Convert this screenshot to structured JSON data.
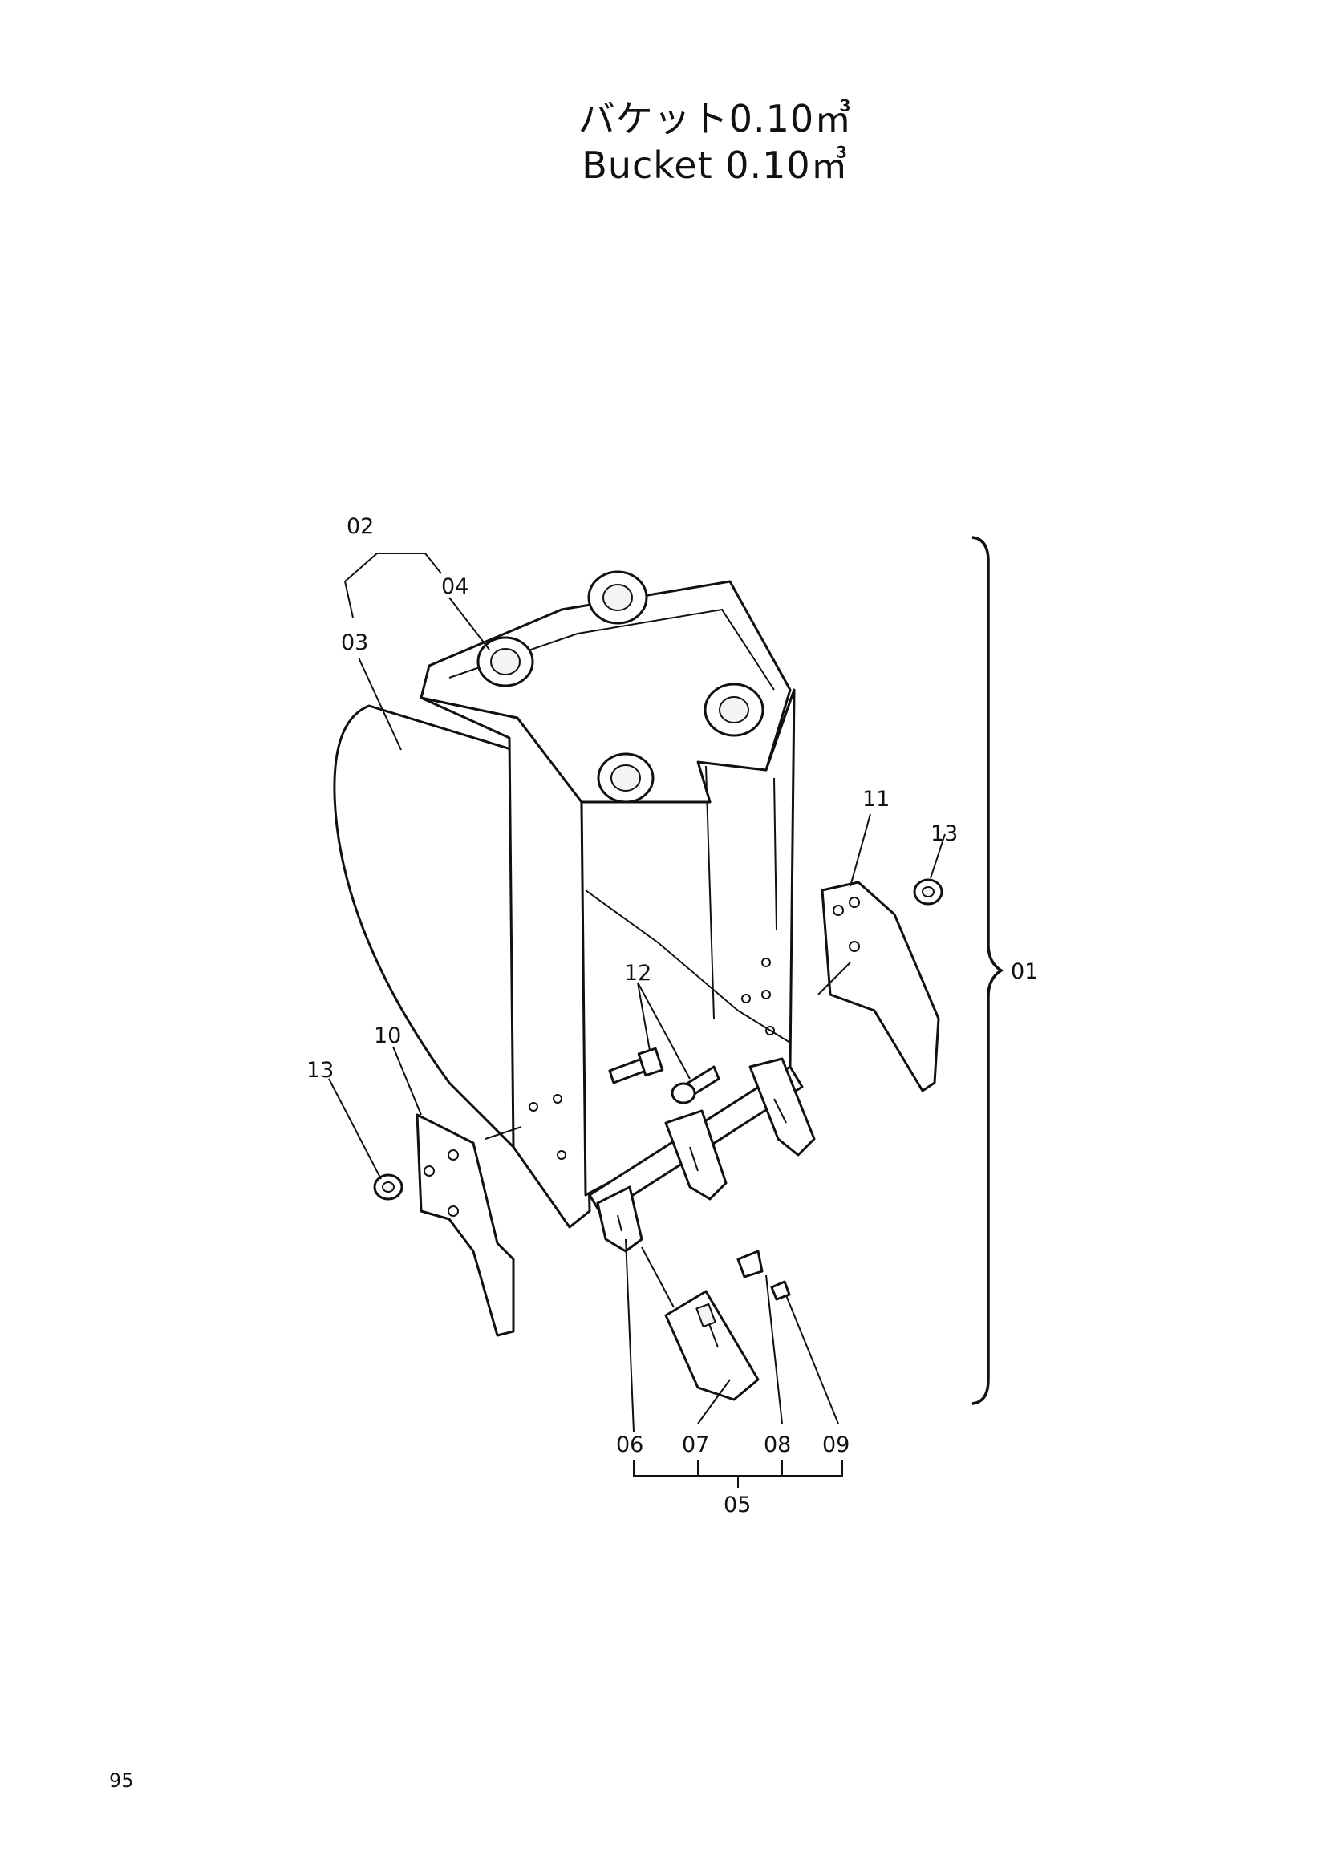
{
  "title": {
    "japanese": "バケット0.10㎥",
    "english": "Bucket 0.10㎥"
  },
  "callouts": {
    "c01": "01",
    "c02": "02",
    "c03": "03",
    "c04": "04",
    "c05": "05",
    "c06": "06",
    "c07": "07",
    "c08": "08",
    "c09": "09",
    "c10": "10",
    "c11": "11",
    "c12": "12",
    "c13_left": "13",
    "c13_right": "13"
  },
  "page_number": "95"
}
